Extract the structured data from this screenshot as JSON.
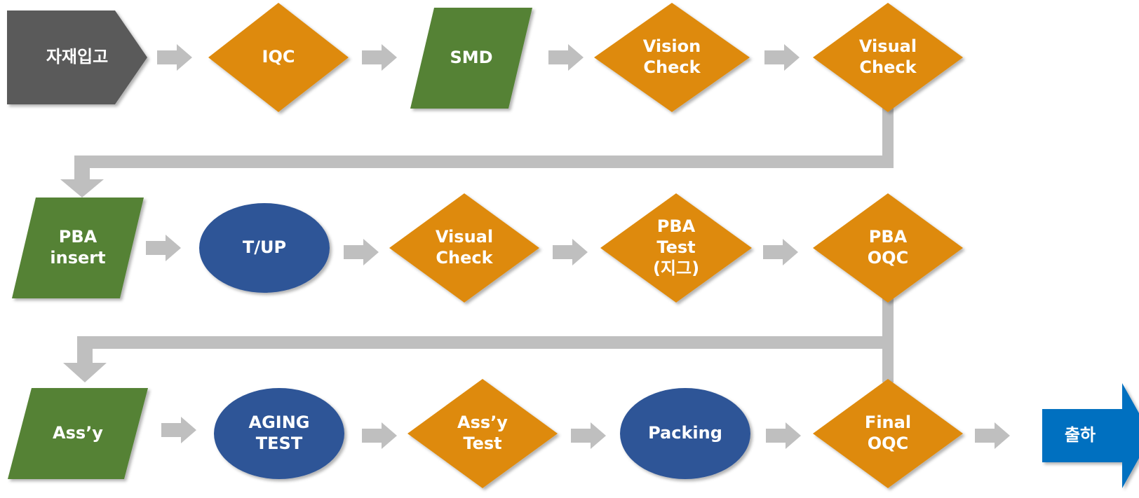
{
  "colors": {
    "gray": "#5a5a5a",
    "orange": "#de8a0b",
    "green": "#548235",
    "blue": "#2f5597",
    "shipBlue": "#0070c0",
    "connector": "#bfbfbf"
  },
  "nodes": [
    {
      "id": "incoming",
      "shape": "pentagon",
      "color": "gray",
      "lines": [
        "자재입고"
      ]
    },
    {
      "id": "iqc",
      "shape": "diamond",
      "color": "orange",
      "lines": [
        "IQC"
      ]
    },
    {
      "id": "smd",
      "shape": "parallelogram",
      "color": "green",
      "lines": [
        "SMD"
      ]
    },
    {
      "id": "vision-check",
      "shape": "diamond",
      "color": "orange",
      "lines": [
        "Vision",
        "Check"
      ]
    },
    {
      "id": "visual-check-1",
      "shape": "diamond",
      "color": "orange",
      "lines": [
        "Visual",
        "Check"
      ]
    },
    {
      "id": "pba-insert",
      "shape": "parallelogram",
      "color": "green",
      "lines": [
        "PBA",
        "insert"
      ]
    },
    {
      "id": "t-up",
      "shape": "ellipse",
      "color": "blue",
      "lines": [
        "T/UP"
      ]
    },
    {
      "id": "visual-check-2",
      "shape": "diamond",
      "color": "orange",
      "lines": [
        "Visual",
        "Check"
      ]
    },
    {
      "id": "pba-test",
      "shape": "diamond",
      "color": "orange",
      "lines": [
        "PBA",
        "Test",
        "(지그)"
      ]
    },
    {
      "id": "pba-oqc",
      "shape": "diamond",
      "color": "orange",
      "lines": [
        "PBA",
        "OQC"
      ]
    },
    {
      "id": "assy",
      "shape": "parallelogram",
      "color": "green",
      "lines": [
        "Ass’y"
      ]
    },
    {
      "id": "aging-test",
      "shape": "ellipse",
      "color": "blue",
      "lines": [
        "AGING",
        "TEST"
      ]
    },
    {
      "id": "assy-test",
      "shape": "diamond",
      "color": "orange",
      "lines": [
        "Ass’y",
        "Test"
      ]
    },
    {
      "id": "packing",
      "shape": "ellipse",
      "color": "blue",
      "lines": [
        "Packing"
      ]
    },
    {
      "id": "final-oqc",
      "shape": "diamond",
      "color": "orange",
      "lines": [
        "Final",
        "OQC"
      ]
    },
    {
      "id": "shipping",
      "shape": "big-arrow",
      "color": "shipBlue",
      "lines": [
        "출하"
      ]
    }
  ]
}
